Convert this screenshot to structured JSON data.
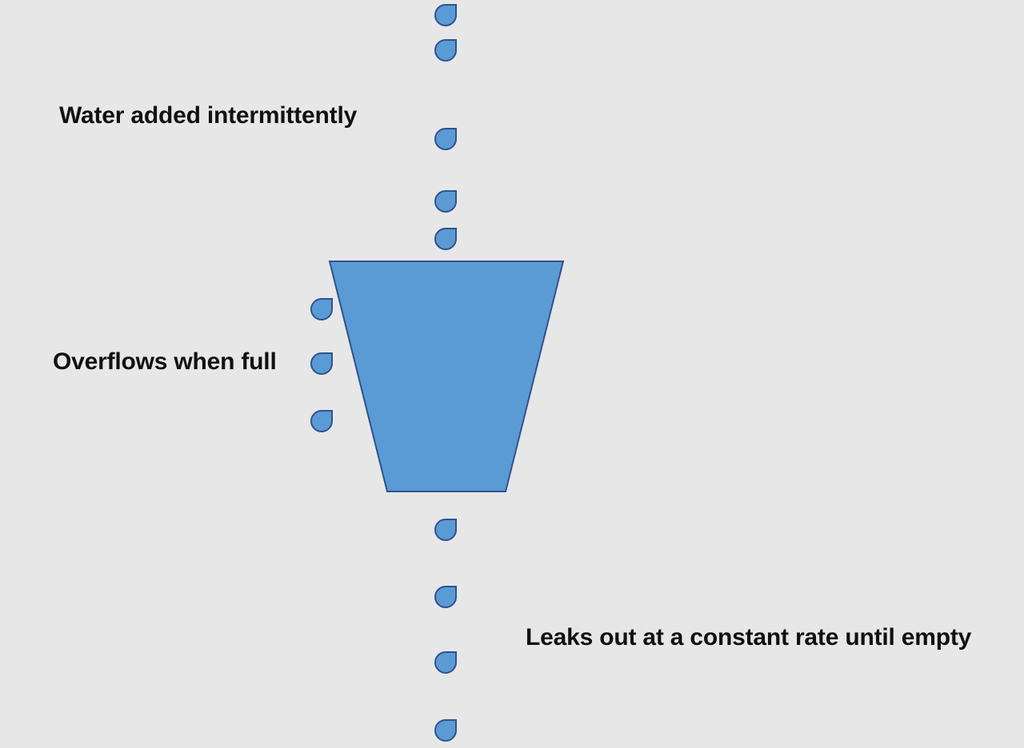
{
  "labels": {
    "inflow": "Water added intermittently",
    "overflow": "Overflows when full",
    "leak": "Leaks out at a constant rate until empty"
  },
  "colors": {
    "background": "#e7e7e7",
    "water_fill": "#5b9bd5",
    "water_stroke": "#2f528f",
    "text": "#111111"
  },
  "icons": {
    "drop": "water-drop-icon",
    "bucket": "leaky-bucket-icon"
  }
}
